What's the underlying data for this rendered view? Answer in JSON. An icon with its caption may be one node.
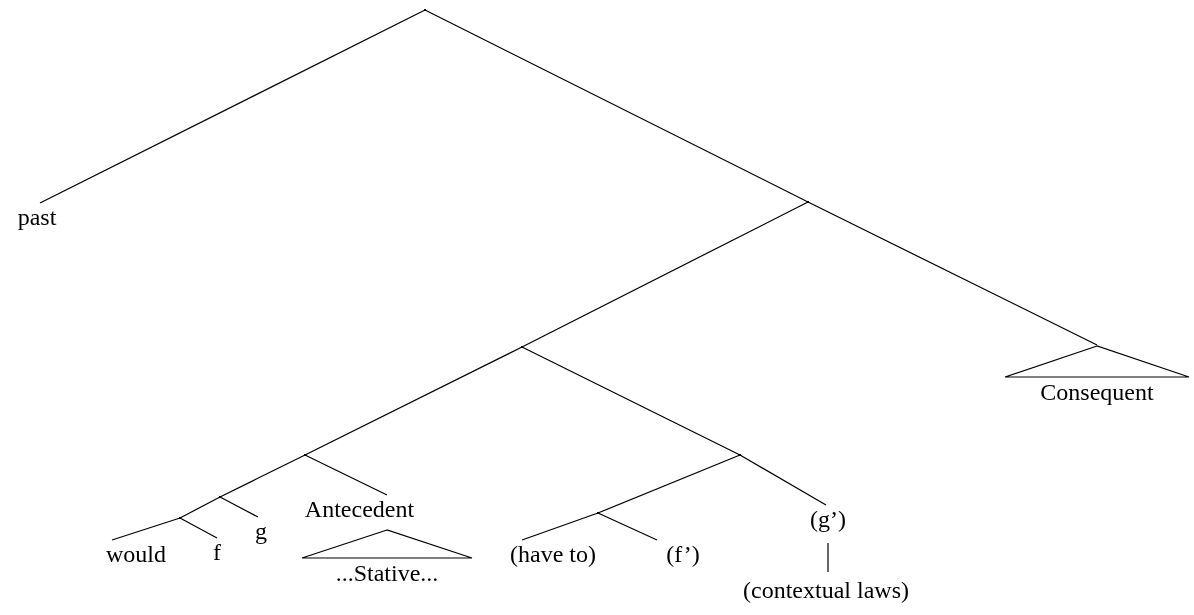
{
  "diagram": {
    "nodes": [
      {
        "text": [],
        "shape": "point"
      },
      {
        "text": [
          "past"
        ]
      },
      {
        "text": [],
        "shape": "point"
      },
      {
        "text": [],
        "shape": "point"
      },
      {
        "text": [],
        "shape": "point"
      },
      {
        "text": [],
        "shape": "point"
      },
      {
        "text": [],
        "shape": "point"
      },
      {
        "text": [
          "would"
        ]
      },
      {
        "text": [
          "f"
        ]
      },
      {
        "text": [
          "g"
        ]
      },
      {
        "text": [
          "Antecedent",
          "...Stative..."
        ]
      },
      {
        "text": [],
        "shape": "point"
      },
      {
        "text": [],
        "shape": "point"
      },
      {
        "text": [
          "(have to)"
        ]
      },
      {
        "text": [
          "(f’)"
        ]
      },
      {
        "text": [
          "(g’)"
        ]
      },
      {
        "text": [
          "(contextual laws)"
        ]
      },
      {
        "text": [
          "Consequent"
        ]
      }
    ],
    "edges": [
      {
        "from": 0,
        "to": 1,
        "arrow": "none"
      },
      {
        "from": 0,
        "to": 2,
        "arrow": "none"
      },
      {
        "from": 2,
        "to": 3,
        "arrow": "none"
      },
      {
        "from": 2,
        "to": 17,
        "arrow": "none"
      },
      {
        "from": 3,
        "to": 4,
        "arrow": "none"
      },
      {
        "from": 3,
        "to": 11,
        "arrow": "none"
      },
      {
        "from": 4,
        "to": 5,
        "arrow": "none"
      },
      {
        "from": 4,
        "to": 10,
        "arrow": "none"
      },
      {
        "from": 5,
        "to": 6,
        "arrow": "none"
      },
      {
        "from": 5,
        "to": 9,
        "arrow": "none"
      },
      {
        "from": 6,
        "to": 7,
        "arrow": "none"
      },
      {
        "from": 6,
        "to": 8,
        "arrow": "none"
      },
      {
        "from": 11,
        "to": 12,
        "arrow": "none"
      },
      {
        "from": 11,
        "to": 15,
        "arrow": "none"
      },
      {
        "from": 12,
        "to": 13,
        "arrow": "none"
      },
      {
        "from": 12,
        "to": 14,
        "arrow": "none"
      },
      {
        "from": 15,
        "to": 16,
        "arrow": "none"
      }
    ]
  }
}
